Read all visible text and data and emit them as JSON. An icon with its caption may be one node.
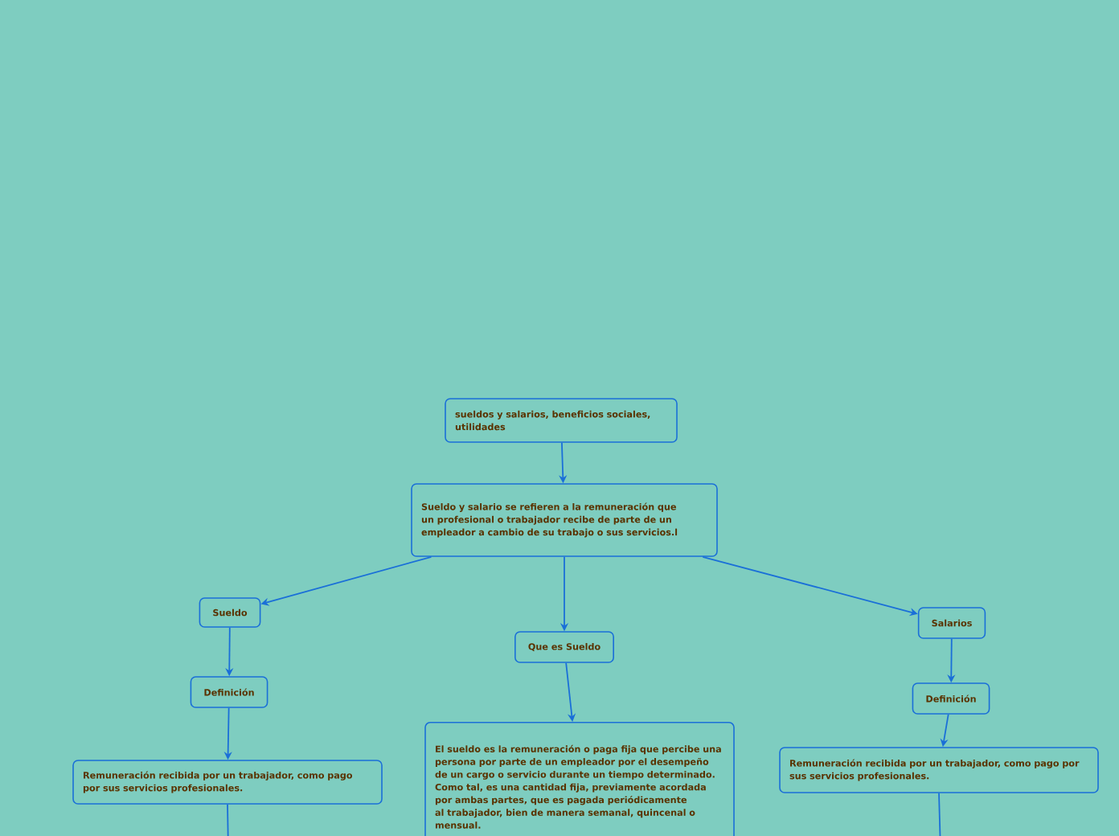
{
  "diagram": {
    "nodes": [
      {
        "text": [
          "sueldos y salarios, beneficios sociales,      utilidades"
        ]
      },
      {
        "text": [
          "Sueldo y salario se refieren a la remuneración que un profesional o trabajador recibe de parte de un empleador a cambio de su trabajo o sus servicios.l"
        ]
      },
      {
        "text": [
          "Sueldo"
        ]
      },
      {
        "text": [
          "Que es Sueldo"
        ]
      },
      {
        "text": [
          "Salarios"
        ]
      },
      {
        "text": [
          "Definición"
        ]
      },
      {
        "text": [
          "Remuneración recibida por un trabajador, como pago por sus servicios profesionales."
        ]
      },
      {
        "text": [
          "El sueldo es la remuneración o paga fija que percibe una persona por parte de un empleador por el desempeño de un cargo o servicio durante un tiempo determinado. Como tal, es una cantidad fija, previamente acordada por ambas partes, que es pagada periódicamente al trabajador, bien de manera semanal, quincenal o mensual."
        ]
      },
      {
        "text": [
          "Definición"
        ]
      },
      {
        "text": [
          "Remuneración recibida por un trabajador, como pago por sus servicios profesionales."
        ]
      }
    ],
    "edges": [
      {
        "from": 0,
        "to": 1,
        "arrow": "to"
      },
      {
        "from": 1,
        "to": 2,
        "arrow": "to"
      },
      {
        "from": 1,
        "to": 3,
        "arrow": "to"
      },
      {
        "from": 1,
        "to": 4,
        "arrow": "to"
      },
      {
        "from": 2,
        "to": 5,
        "arrow": "to"
      },
      {
        "from": 5,
        "to": 6,
        "arrow": "to"
      },
      {
        "from": 3,
        "to": 7,
        "arrow": "to"
      },
      {
        "from": 4,
        "to": 8,
        "arrow": "to"
      },
      {
        "from": 8,
        "to": 9,
        "arrow": "to"
      },
      {
        "from": 6,
        "to": null,
        "arrow": "none"
      },
      {
        "from": 9,
        "to": null,
        "arrow": "none"
      }
    ]
  }
}
